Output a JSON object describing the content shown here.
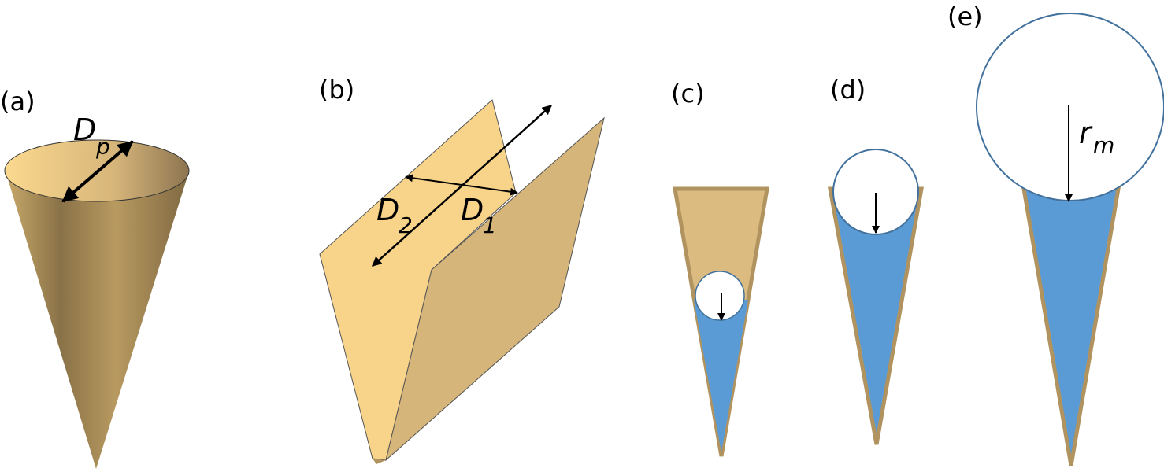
{
  "panels": {
    "a": {
      "label": "(a)",
      "symbol": "D",
      "subscript": "p"
    },
    "b": {
      "label": "(b)",
      "d2_symbol": "D",
      "d2_subscript": "2",
      "d1_symbol": "D",
      "d1_subscript": "1"
    },
    "c": {
      "label": "(c)"
    },
    "d": {
      "label": "(d)"
    },
    "e": {
      "label": "(e)",
      "symbol": "r",
      "subscript": "m"
    }
  },
  "colors": {
    "tan": "#d6b57a",
    "light_tan": "#f8d48a",
    "liquid_blue": "#5b9bd5",
    "edge_tan": "#b0935f",
    "circle_stroke": "#41719c"
  }
}
